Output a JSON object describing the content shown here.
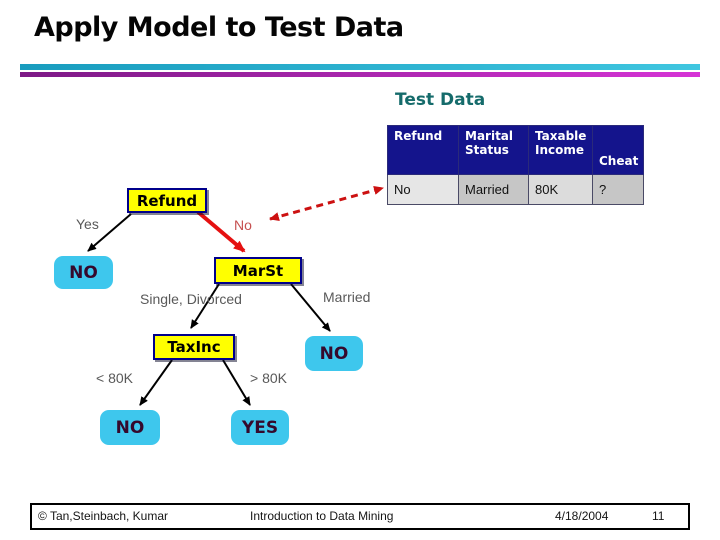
{
  "slide": {
    "title": "Apply Model to Test Data",
    "section_heading": "Test Data"
  },
  "table": {
    "headers": [
      "Refund",
      "Marital Status",
      "Taxable Income",
      "Cheat"
    ],
    "row": [
      "No",
      "Married",
      "80K",
      "?"
    ]
  },
  "tree": {
    "root_label": "Refund",
    "marst_label": "MarSt",
    "taxinc_label": "TaxInc",
    "leaf_refund_yes": "NO",
    "leaf_married": "NO",
    "leaf_income_low": "NO",
    "leaf_income_high": "YES",
    "branch_yes": "Yes",
    "branch_no": "No",
    "branch_single_divorced": "Single, Divorced",
    "branch_married": "Married",
    "branch_lt_80k": "< 80K",
    "branch_gt_80k": "> 80K"
  },
  "colors": {
    "node_fill": "#ffff00",
    "node_border": "#00008b",
    "leaf_fill": "#3ec7ed",
    "table_header_bg": "#14148c",
    "active_path_red": "#e51111",
    "pointer_dash_red": "#cc1111",
    "heading_teal": "#156b6b",
    "divider_teal": "#2bb3d4",
    "divider_purple": "#a022a6",
    "table_row_refund_red": "#cc2020"
  },
  "footer": {
    "copyright": "© Tan,Steinbach, Kumar",
    "center": "Introduction to Data Mining",
    "date": "4/18/2004",
    "page": "11"
  }
}
